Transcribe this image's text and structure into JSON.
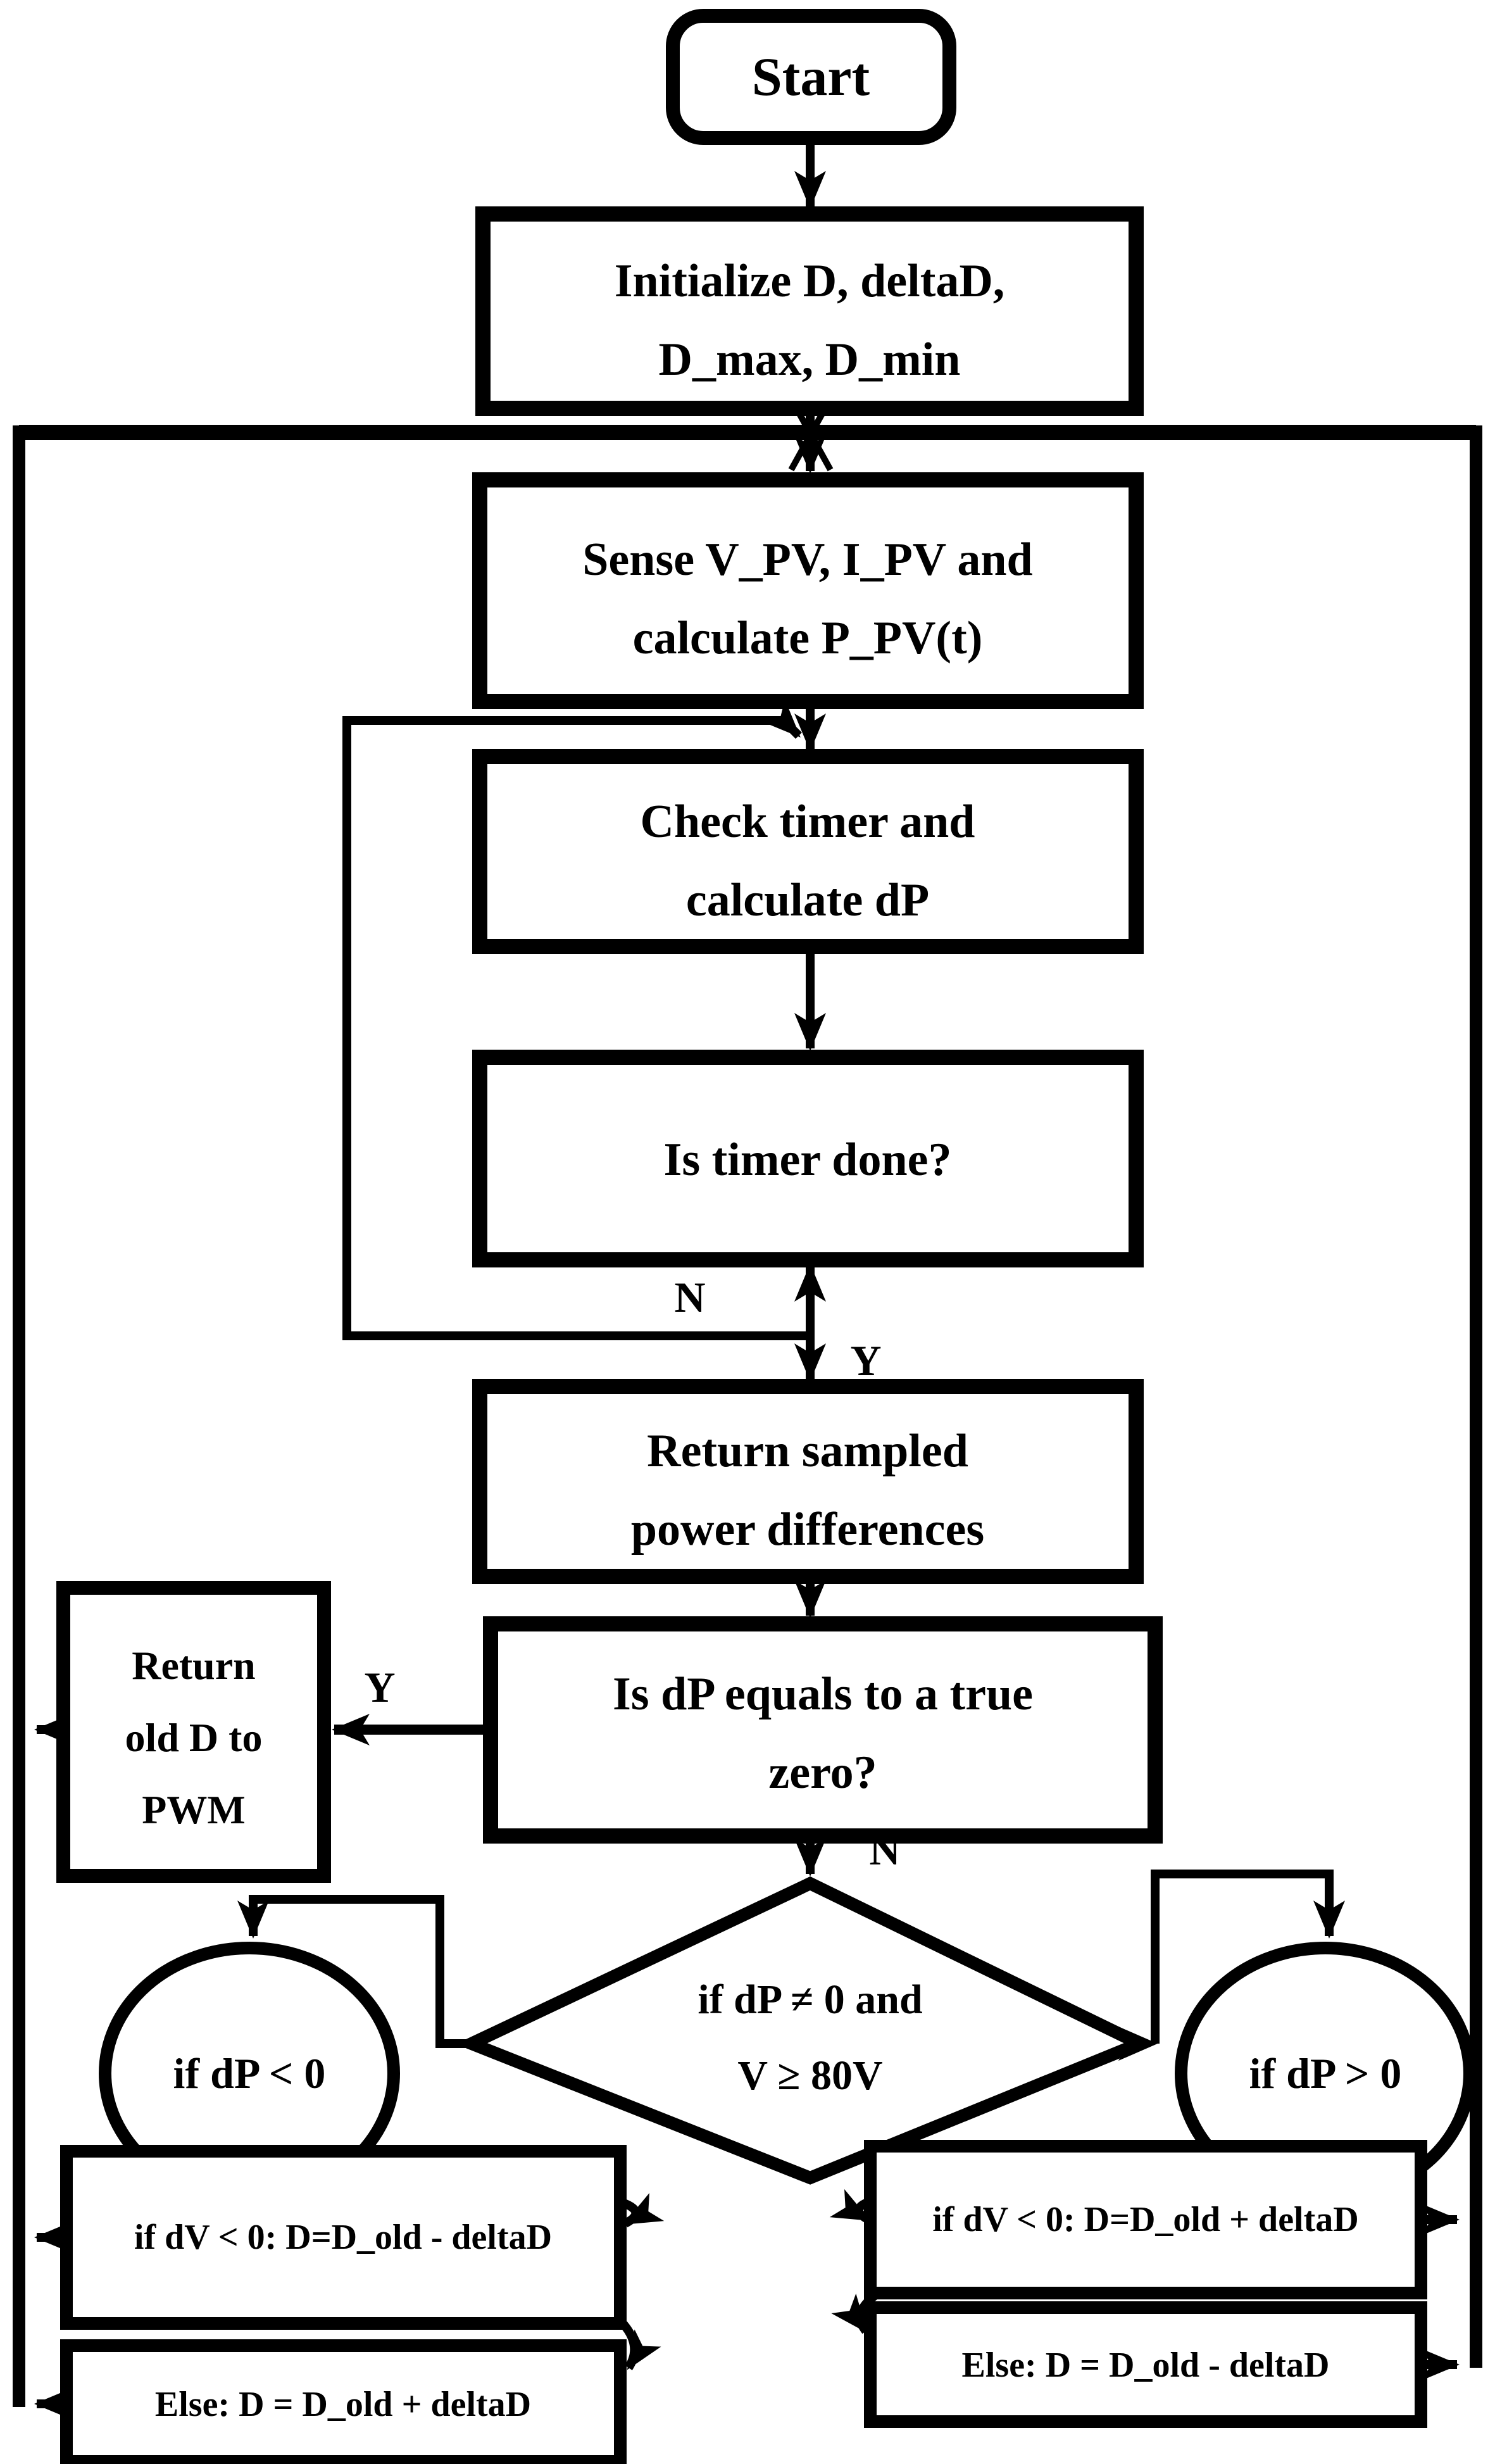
{
  "canvas": {
    "background": "#ffffff",
    "line_color": "#000000"
  },
  "nodes": {
    "start": {
      "label": "Start"
    },
    "initialize": {
      "line1": "Initialize D, deltaD,",
      "line2": "D_max, D_min"
    },
    "sense": {
      "line1": "Sense V_PV, I_PV and",
      "line2": "calculate P_PV(t)"
    },
    "check_timer": {
      "line1": "Check timer and",
      "line2": "calculate dP"
    },
    "is_timer_done": {
      "label": "Is timer done?"
    },
    "return_sampled": {
      "line1": "Return sampled",
      "line2": "power differences"
    },
    "is_dp_zero": {
      "line1": "Is dP equals to a true",
      "line2": "zero?"
    },
    "return_old_d": {
      "line1": "Return",
      "line2": "old D to",
      "line3": "PWM"
    },
    "dp_condition": {
      "line1": "if dP ≠ 0 and",
      "line2": "V ≥ 80V"
    },
    "dp_negative": {
      "label": "if dP < 0"
    },
    "dp_positive": {
      "label": "if dP > 0"
    },
    "left_if": {
      "label": "if dV < 0: D=D_old - deltaD"
    },
    "left_else": {
      "label": "Else: D = D_old + deltaD"
    },
    "right_if": {
      "label": "if dV < 0: D=D_old + deltaD"
    },
    "right_else": {
      "label": "Else: D = D_old - deltaD"
    }
  },
  "branch_labels": {
    "timer_no": "N",
    "timer_yes": "Y",
    "dp_zero_yes": "Y",
    "dp_zero_no": "N"
  }
}
